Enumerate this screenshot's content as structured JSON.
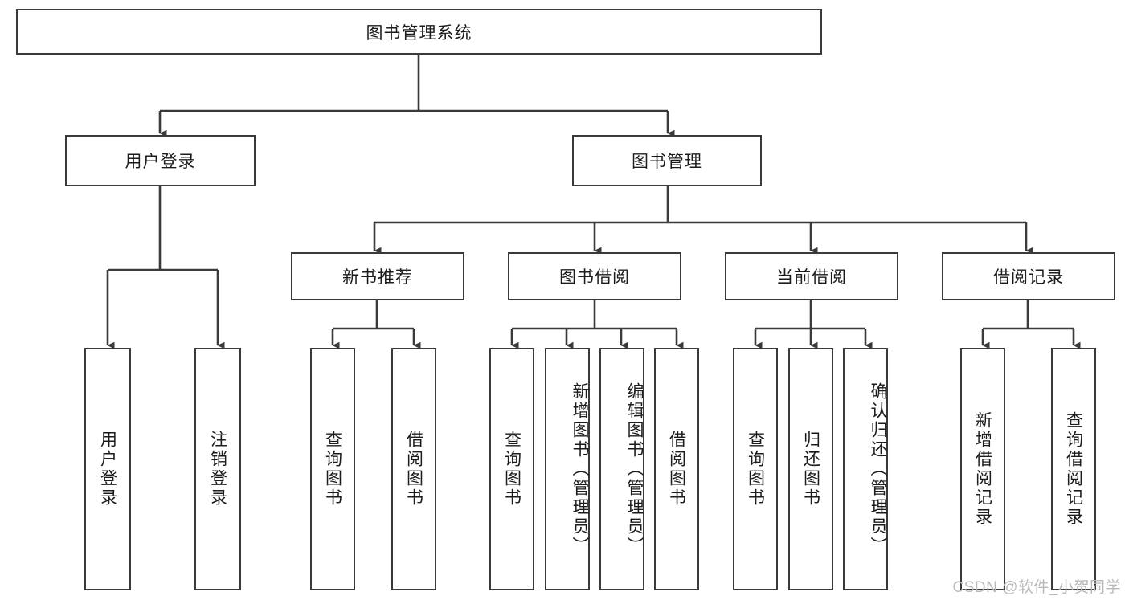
{
  "diagram": {
    "type": "tree",
    "title": "图书管理系统",
    "root": {
      "id": "root",
      "label": "图书管理系统",
      "orientation": "horizontal"
    },
    "level2": [
      {
        "id": "user-login",
        "label": "用户登录",
        "orientation": "horizontal"
      },
      {
        "id": "book-manage",
        "label": "图书管理",
        "orientation": "horizontal"
      }
    ],
    "level3": [
      {
        "id": "new-book-recommend",
        "label": "新书推荐",
        "orientation": "horizontal",
        "parent": "book-manage"
      },
      {
        "id": "book-borrow",
        "label": "图书借阅",
        "orientation": "horizontal",
        "parent": "book-manage"
      },
      {
        "id": "current-borrow",
        "label": "当前借阅",
        "orientation": "horizontal",
        "parent": "book-manage"
      },
      {
        "id": "borrow-record",
        "label": "借阅记录",
        "orientation": "horizontal",
        "parent": "book-manage"
      }
    ],
    "leaves": [
      {
        "id": "leaf-user-login",
        "label": "用户登录",
        "orientation": "vertical",
        "parent": "user-login"
      },
      {
        "id": "leaf-logout-login",
        "label": "注销登录",
        "orientation": "vertical",
        "parent": "user-login"
      },
      {
        "id": "leaf-query-book-1",
        "label": "查询图书",
        "orientation": "vertical",
        "parent": "new-book-recommend"
      },
      {
        "id": "leaf-borrow-book-1",
        "label": "借阅图书",
        "orientation": "vertical",
        "parent": "new-book-recommend"
      },
      {
        "id": "leaf-query-book-2",
        "label": "查询图书",
        "orientation": "vertical",
        "parent": "book-borrow"
      },
      {
        "id": "leaf-add-book",
        "label": "新增图书（管理员）",
        "orientation": "vertical",
        "parent": "book-borrow"
      },
      {
        "id": "leaf-edit-book",
        "label": "编辑图书（管理员）",
        "orientation": "vertical",
        "parent": "book-borrow"
      },
      {
        "id": "leaf-borrow-book-2",
        "label": "借阅图书",
        "orientation": "vertical",
        "parent": "book-borrow"
      },
      {
        "id": "leaf-query-book-3",
        "label": "查询图书",
        "orientation": "vertical",
        "parent": "current-borrow"
      },
      {
        "id": "leaf-return-book",
        "label": "归还图书",
        "orientation": "vertical",
        "parent": "current-borrow"
      },
      {
        "id": "leaf-confirm-return",
        "label": "确认归还（管理员）",
        "orientation": "vertical",
        "parent": "current-borrow"
      },
      {
        "id": "leaf-add-record",
        "label": "新增借阅记录",
        "orientation": "vertical",
        "parent": "borrow-record"
      },
      {
        "id": "leaf-query-record",
        "label": "查询借阅记录",
        "orientation": "vertical",
        "parent": "borrow-record"
      }
    ]
  },
  "watermark": {
    "text": "CSDN @软件_小贺同学"
  },
  "colors": {
    "border": "#3a3a3a",
    "text": "#1c1c1c",
    "background": "#ffffff",
    "watermark": "#b9b9b9"
  }
}
